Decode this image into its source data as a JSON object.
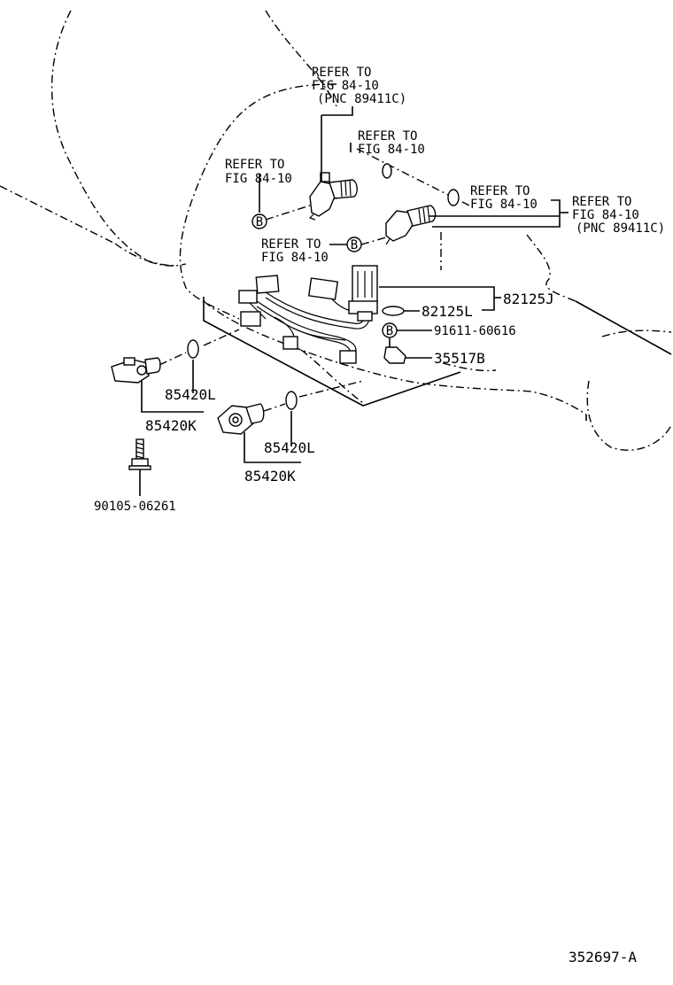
{
  "labels": {
    "refer_top_1": "REFER TO",
    "refer_top_2": "FIG 84-10",
    "refer_top_3": "(PNC 89411C)",
    "refer_mid_1": "REFER TO",
    "refer_mid_2": "FIG 84-10",
    "refer_left_1": "REFER TO",
    "refer_left_2": "FIG 84-10",
    "refer_oring_1": "REFER TO",
    "refer_oring_2": "FIG 84-10",
    "refer_right_1": "REFER TO",
    "refer_right_2": "FIG 84-10",
    "refer_right_3": "(PNC 89411C)",
    "refer_b_1": "REFER TO",
    "refer_b_2": "FIG 84-10",
    "b_marker": "B",
    "p_82125J": "82125J",
    "p_82125L": "82125L",
    "p_91611": "91611-60616",
    "p_35517B": "35517B",
    "p_85420L_1": "85420L",
    "p_85420K_1": "85420K",
    "p_85420L_2": "85420L",
    "p_85420K_2": "85420K",
    "p_90105": "90105-06261",
    "diagram_id": "352697-A"
  }
}
